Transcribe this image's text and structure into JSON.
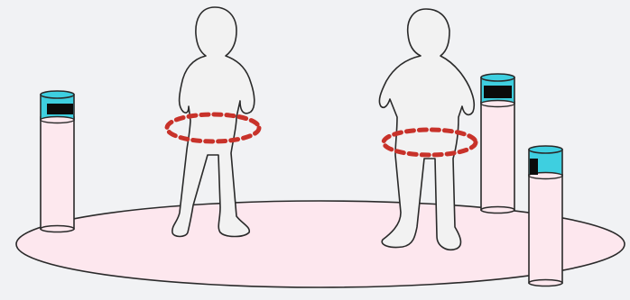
{
  "scene": {
    "background_color": "#f1f2f4",
    "floor_color": "#fde7ee",
    "pillar_color": "#fde8ee",
    "sensor_color": "#3ecfe0",
    "sensor_window_color": "#0b0b0b",
    "figure_fill": "#f2f2f2",
    "outline_color": "#2a2a2a",
    "ring_color": "#c8322a",
    "people": [
      {
        "name": "person-left",
        "ring": "waist-ring"
      },
      {
        "name": "person-right",
        "ring": "waist-ring"
      }
    ],
    "sensors": [
      {
        "name": "sensor-left",
        "type": "depth-sensor-pillar"
      },
      {
        "name": "sensor-right-back",
        "type": "depth-sensor-pillar"
      },
      {
        "name": "sensor-right-front",
        "type": "depth-sensor-pillar"
      }
    ]
  }
}
